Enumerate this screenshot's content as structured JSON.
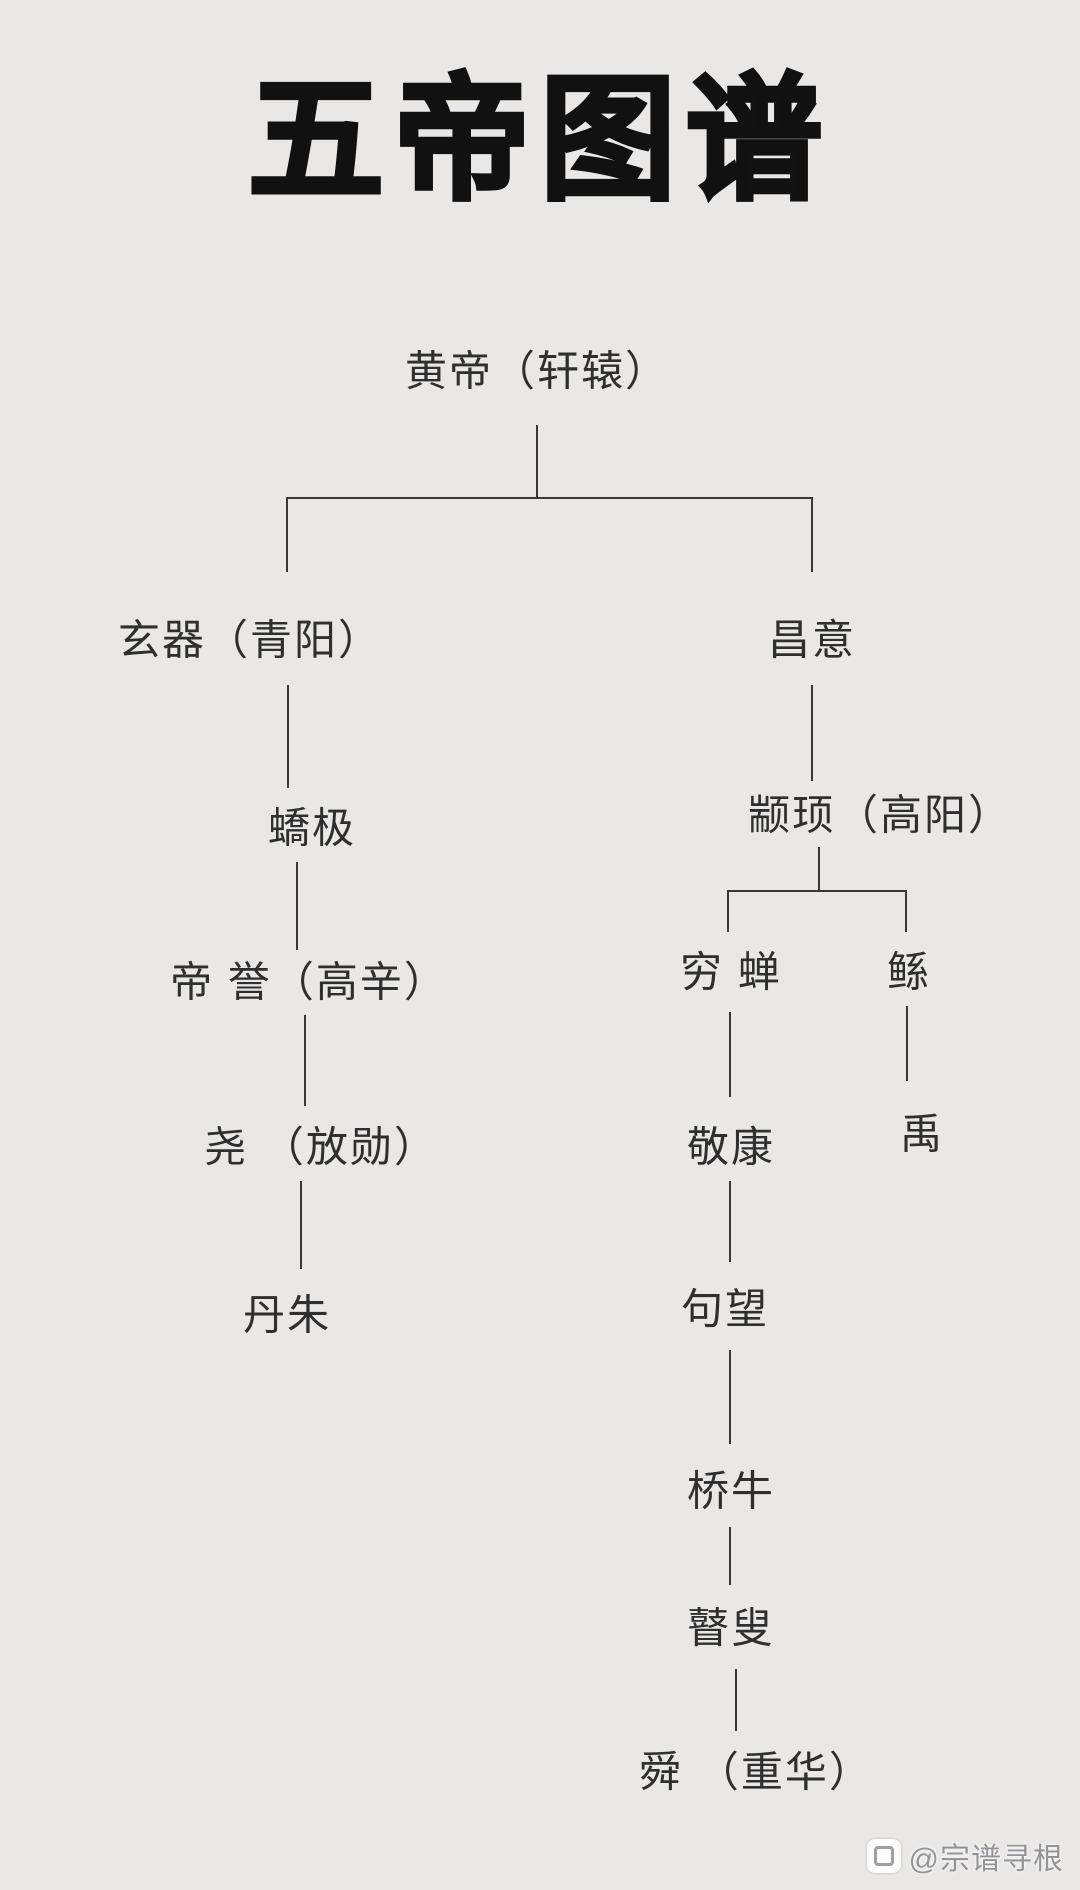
{
  "title": "五帝图谱",
  "tree": {
    "huangdi": "黄帝（轩辕）",
    "xuanxiao": "玄器（青阳）",
    "changyi": "昌意",
    "jiaoji": "蟜极",
    "diku": "帝 誉（高辛）",
    "yao": "尧 （放勋）",
    "danzhu": "丹朱",
    "zhuanxu": "颛顼（高阳）",
    "qiongchan": "穷 蝉",
    "gun": "鲧",
    "jingkang": "敬康",
    "yu": "禹",
    "juwang": "句望",
    "qiaoniu": "桥牛",
    "gusou": "瞽叟",
    "shun": "舜 （重华）"
  },
  "edges": [
    [
      "黄帝（轩辕）",
      "玄器（青阳）"
    ],
    [
      "黄帝（轩辕）",
      "昌意"
    ],
    [
      "玄器（青阳）",
      "蟜极"
    ],
    [
      "蟜极",
      "帝 誉（高辛）"
    ],
    [
      "帝 誉（高辛）",
      "尧 （放勋）"
    ],
    [
      "尧 （放勋）",
      "丹朱"
    ],
    [
      "昌意",
      "颛顼（高阳）"
    ],
    [
      "颛顼（高阳）",
      "穷 蝉"
    ],
    [
      "颛顼（高阳）",
      "鲧"
    ],
    [
      "穷 蝉",
      "敬康"
    ],
    [
      "鲧",
      "禹"
    ],
    [
      "敬康",
      "句望"
    ],
    [
      "句望",
      "桥牛"
    ],
    [
      "桥牛",
      "瞽叟"
    ],
    [
      "瞽叟",
      "舜 （重华）"
    ]
  ],
  "watermark": "@宗谱寻根",
  "colors": {
    "background": "#e9e8e6",
    "title": "#111111",
    "text": "#2f2f2f",
    "line": "#383838",
    "watermark": "#939398"
  }
}
